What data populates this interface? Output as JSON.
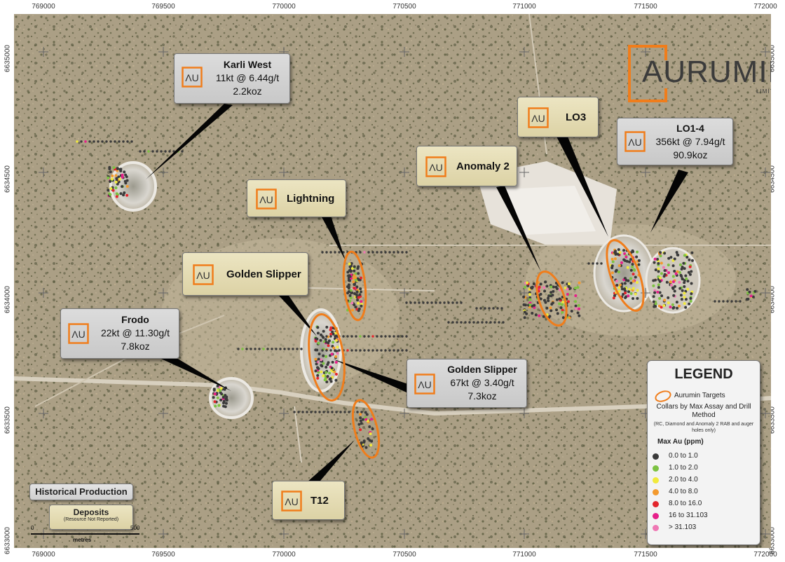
{
  "axes": {
    "x_ticks": [
      "769000",
      "769500",
      "770000",
      "770500",
      "771000",
      "771500",
      "772000"
    ],
    "y_ticks": [
      "6635000",
      "6634500",
      "6634000",
      "6633500",
      "6633000"
    ]
  },
  "brand": {
    "name": "AURUMIN",
    "subtitle": "LIMITED",
    "au_mark": "ΛU",
    "accent": "#f07d1b"
  },
  "callouts": [
    {
      "id": "karli-west",
      "style": "grey",
      "title": "Karli West",
      "lines": [
        "11kt @ 6.44g/t",
        "2.2koz"
      ]
    },
    {
      "id": "lo3",
      "style": "tan",
      "title": "LO3",
      "lines": []
    },
    {
      "id": "lo1-4",
      "style": "grey",
      "title": "LO1-4",
      "lines": [
        "356kt @ 7.94g/t",
        "90.9koz"
      ]
    },
    {
      "id": "anomaly-2",
      "style": "tan",
      "title": "Anomaly 2",
      "lines": []
    },
    {
      "id": "lightning",
      "style": "tan",
      "title": "Lightning",
      "lines": []
    },
    {
      "id": "golden-slipper-target",
      "style": "tan",
      "title": "Golden Slipper",
      "lines": []
    },
    {
      "id": "frodo",
      "style": "grey",
      "title": "Frodo",
      "lines": [
        "22kt @ 11.30g/t",
        "7.8koz"
      ]
    },
    {
      "id": "golden-slipper-production",
      "style": "grey",
      "title": "Golden Slipper",
      "lines": [
        "67kt @ 3.40g/t",
        "7.3koz"
      ]
    },
    {
      "id": "t12",
      "style": "tan",
      "title": "T12",
      "lines": []
    }
  ],
  "legend": {
    "title": "LEGEND",
    "target_label": "Aurumin Targets",
    "collar_title": "Collars by Max Assay and Drill Method",
    "collar_note": "(RC, Diamond and Anomaly 2 RAB and auger holes only)",
    "max_label": "Max Au (ppm)",
    "classes": [
      {
        "label": "0.0 to 1.0",
        "color": "#3a3a3a"
      },
      {
        "label": "1.0 to 2.0",
        "color": "#7cc242"
      },
      {
        "label": "2.0 to 4.0",
        "color": "#f1ea3c"
      },
      {
        "label": "4.0 to 8.0",
        "color": "#f39a2e"
      },
      {
        "label": "8.0 to 16.0",
        "color": "#e3262d"
      },
      {
        "label": "16 to 31.103",
        "color": "#e6208a"
      },
      {
        "label": "> 31.103",
        "color": "#ef78b4"
      }
    ]
  },
  "box_legend": {
    "historical": "Historical Production",
    "deposits": "Deposits",
    "deposits_note": "(Resource Not Reported)"
  },
  "scale": {
    "start": "0",
    "end": "500",
    "unit": "metres"
  }
}
